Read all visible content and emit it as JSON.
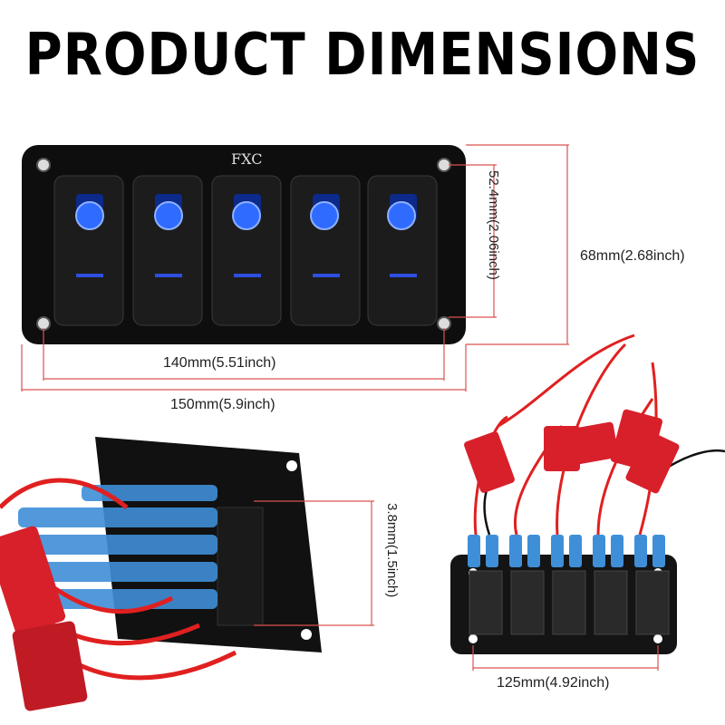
{
  "title": "PRODUCT DIMENSIONS",
  "brand": "FXC",
  "dimensions": {
    "height_inner": "52.4mm(2.06inch)",
    "height_outer": "68mm(2.68inch)",
    "width_inner": "140mm(5.51inch)",
    "width_outer": "150mm(5.9inch)",
    "depth": "3.8mm(1.5inch)",
    "back_width": "125mm(4.92inch)"
  },
  "colors": {
    "dimension_line": "#d9534f",
    "switch_light": "#2f6bff",
    "wire": "#e02020",
    "fuse_holder": "#d8202a",
    "panel": "#111111"
  },
  "switch_count": 5
}
